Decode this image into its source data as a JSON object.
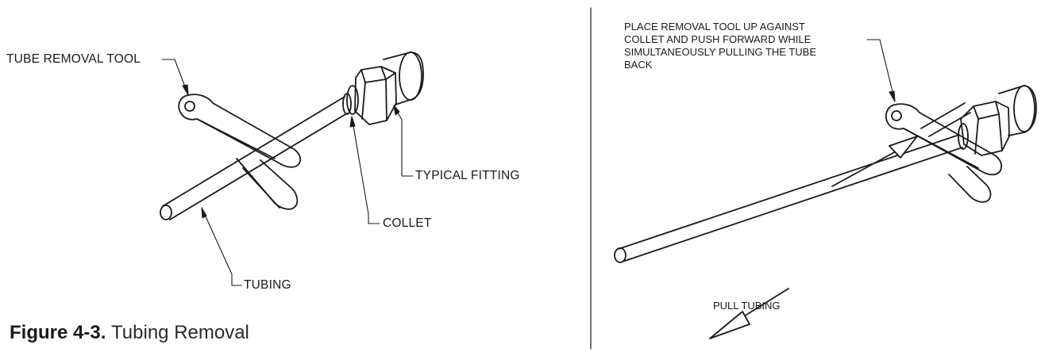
{
  "figure": {
    "number": "Figure 4-3.",
    "title": "Tubing Removal"
  },
  "left_panel": {
    "labels": {
      "tube_removal_tool": "TUBE REMOVAL TOOL",
      "typical_fitting": "TYPICAL FITTING",
      "collet": "COLLET",
      "tubing": "TUBING"
    }
  },
  "right_panel": {
    "instruction_lines": [
      "PLACE REMOVAL TOOL UP AGAINST",
      "COLLET AND PUSH FORWARD WHILE",
      "SIMULTANEOUSLY PULLING THE TUBE",
      "BACK"
    ],
    "pull_label": "PULL TUBING"
  },
  "colors": {
    "line": "#1a1a1a",
    "background": "#ffffff"
  }
}
